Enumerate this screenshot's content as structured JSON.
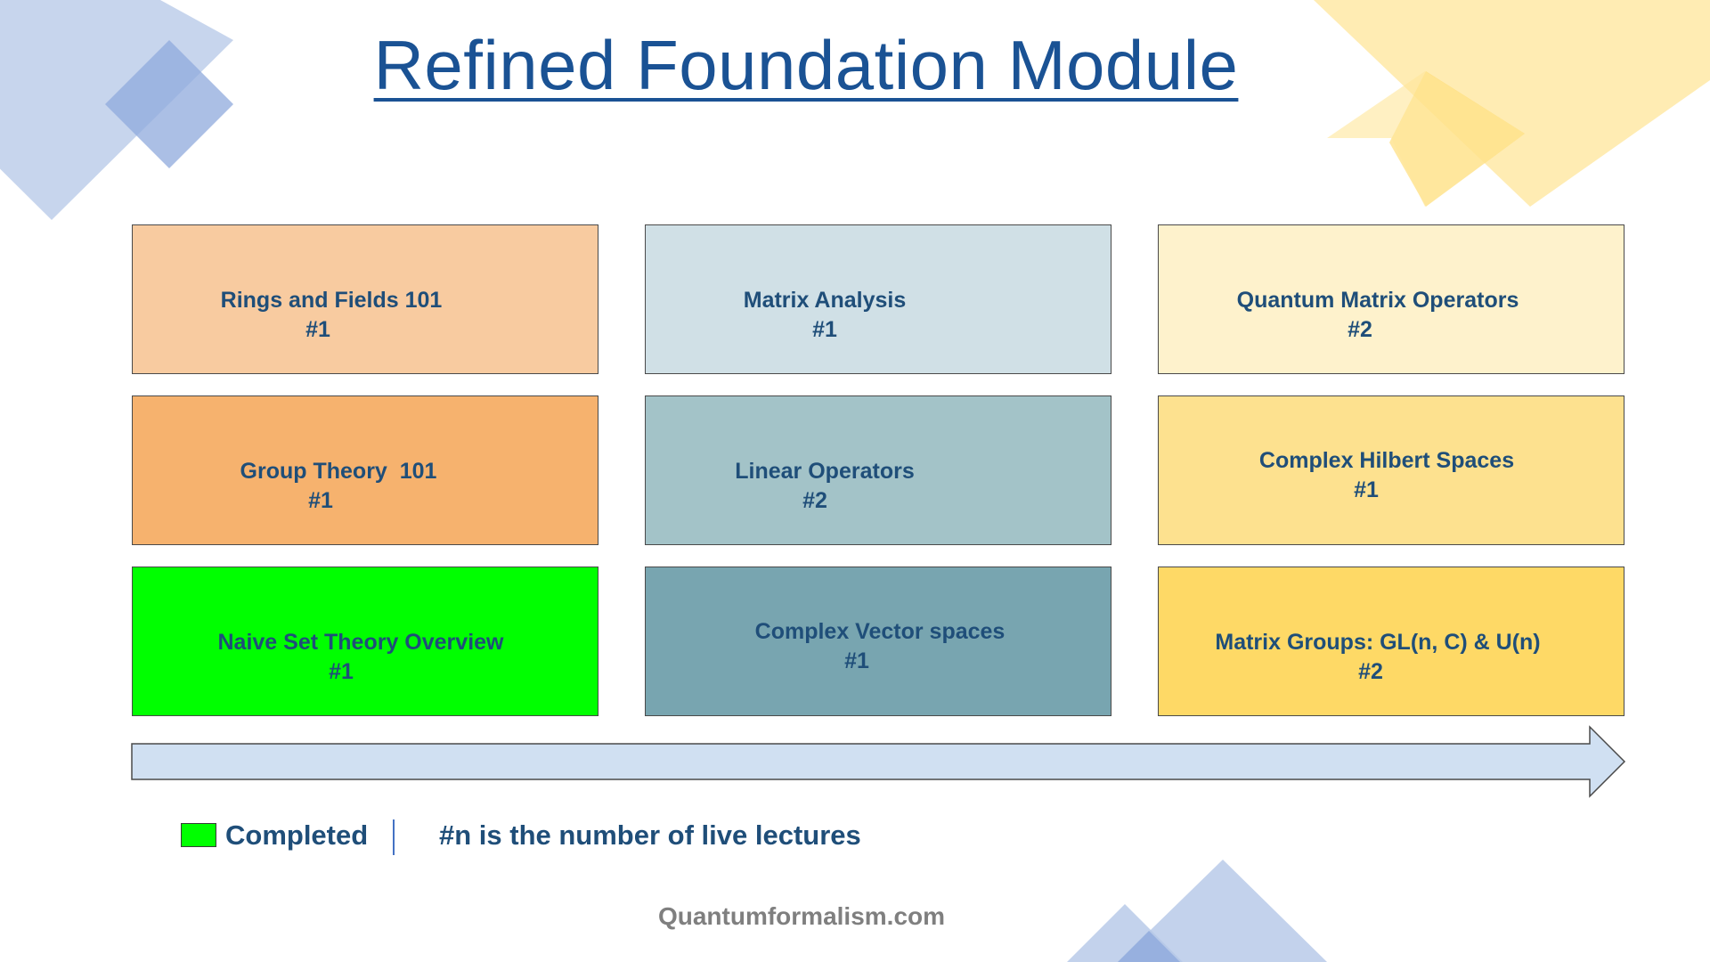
{
  "title": "Refined Foundation Module",
  "modules": [
    {
      "name": "Rings and Fields 101",
      "lectures": "#1",
      "color": "#f8cba0",
      "completed": false
    },
    {
      "name": "Matrix Analysis",
      "lectures": "#1",
      "color": "#d0e0e6",
      "completed": false
    },
    {
      "name": "Quantum Matrix Operators",
      "lectures": "#2",
      "color": "#fef2cc",
      "completed": false
    },
    {
      "name": "Group Theory  101",
      "lectures": "#1",
      "color": "#f6b26e",
      "completed": false
    },
    {
      "name": "Linear Operators",
      "lectures": "#2",
      "color": "#a3c3c8",
      "completed": false
    },
    {
      "name": "Complex Hilbert Spaces",
      "lectures": "#1",
      "color": "#fde18f",
      "completed": false
    },
    {
      "name": "Naive Set Theory Overview",
      "lectures": "#1",
      "color": "#00ff00",
      "completed": true
    },
    {
      "name": "Complex Vector spaces",
      "lectures": "#1",
      "color": "#78a5b0",
      "completed": false
    },
    {
      "name": "Matrix Groups: GL(n, C) & U(n)",
      "lectures": "#2",
      "color": "#fed966",
      "completed": false
    }
  ],
  "legend": {
    "completed_label": "Completed",
    "completed_color": "#00ff00",
    "note": "#n is the number of live lectures"
  },
  "footer": "Quantumformalism.com",
  "colors": {
    "title": "#1a5294",
    "text": "#1f4e79",
    "arrow_fill": "#d0e0f2",
    "deco_blue": "#b4c7e7",
    "deco_yellow": "#ffe699"
  }
}
